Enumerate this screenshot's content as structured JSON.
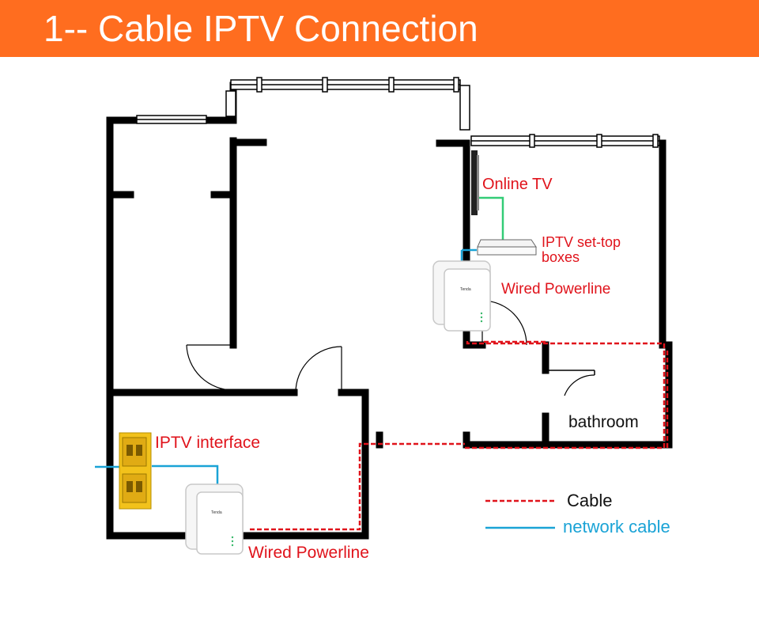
{
  "header": {
    "title": "1-- Cable IPTV Connection"
  },
  "labels": {
    "online_tv": "Online TV",
    "stb_line1": "IPTV set-top",
    "stb_line2": "boxes",
    "powerline_top": "Wired Powerline",
    "bathroom": "bathroom",
    "iptv_interface": "IPTV interface",
    "powerline_bottom": "Wired Powerline",
    "device_brand": "Tenda"
  },
  "legend": {
    "cable_label": "Cable",
    "network_cable_label": "network cable"
  },
  "colors": {
    "header_bg": "#ff6d1f",
    "cable": "#e0131b",
    "network_cable": "#1aa3d6",
    "tv_link": "#33cc77",
    "wall": "#000000",
    "interface_panel": "#f2c21b"
  }
}
